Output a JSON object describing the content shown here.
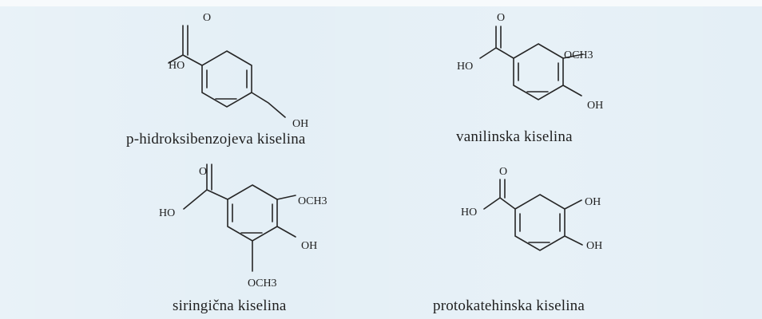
{
  "compounds": [
    {
      "name": "p-hidroksibenzojeva kiselina",
      "atoms": {
        "o": "O",
        "ho": "HO",
        "oh": "OH"
      }
    },
    {
      "name": "vanilinska kiselina",
      "atoms": {
        "o": "O",
        "ho": "HO",
        "och3": "OCH3",
        "oh": "OH"
      }
    },
    {
      "name": "siringična kiselina",
      "atoms": {
        "o": "O",
        "ho": "HO",
        "och3_top": "OCH3",
        "oh": "OH",
        "och3_bottom": "OCH3"
      }
    },
    {
      "name": "protokatehinska kiselina",
      "atoms": {
        "o": "O",
        "ho": "HO",
        "oh_top": "OH",
        "oh_bottom": "OH"
      }
    }
  ],
  "colors": {
    "background": "#e4eff6",
    "ink": "#1f1f1f"
  }
}
